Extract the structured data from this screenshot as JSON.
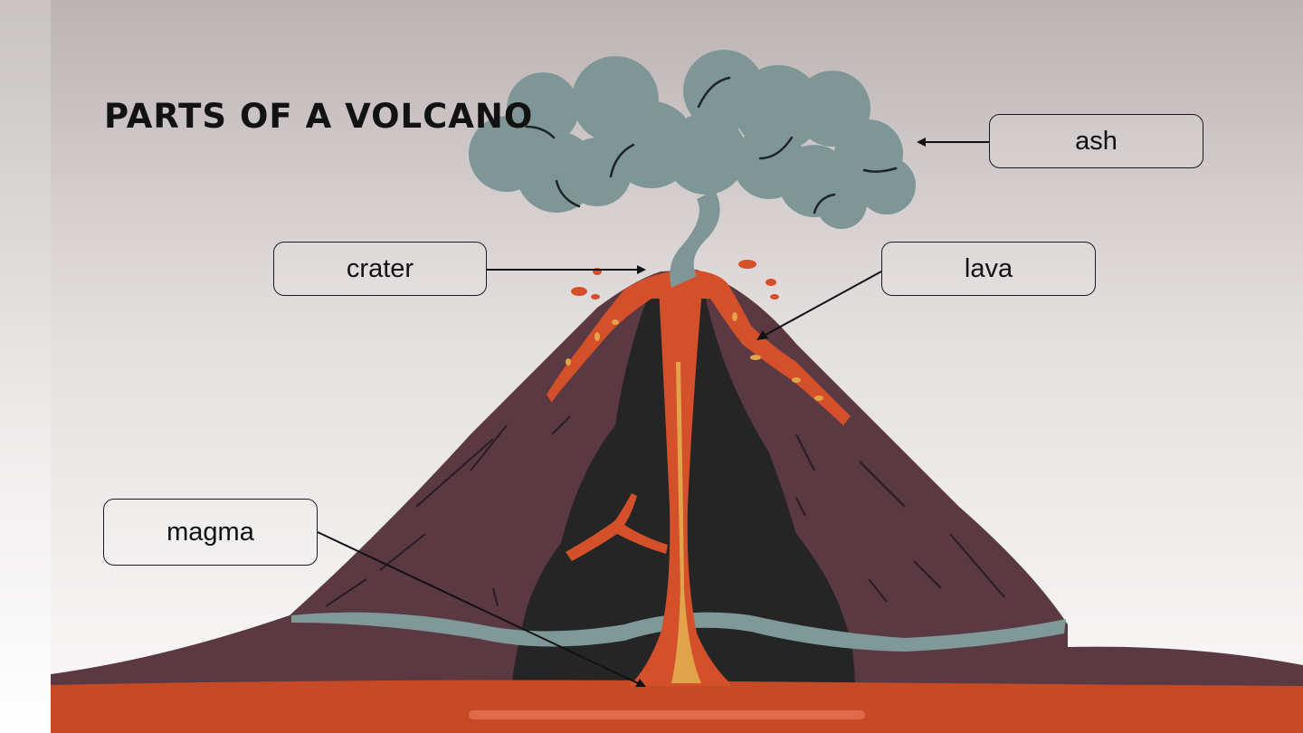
{
  "title": "PARTS OF A VOLCANO",
  "labels": {
    "ash": "ash",
    "crater": "crater",
    "lava": "lava",
    "magma": "magma"
  },
  "colors": {
    "mountain": "#5b3942",
    "ground_lava": "#c74a26",
    "lava": "#d3502a",
    "lava_core": "#e2a44a",
    "chamber": "#262526",
    "ash_cloud": "#7e9695",
    "rock_layer": "#7f9998"
  }
}
